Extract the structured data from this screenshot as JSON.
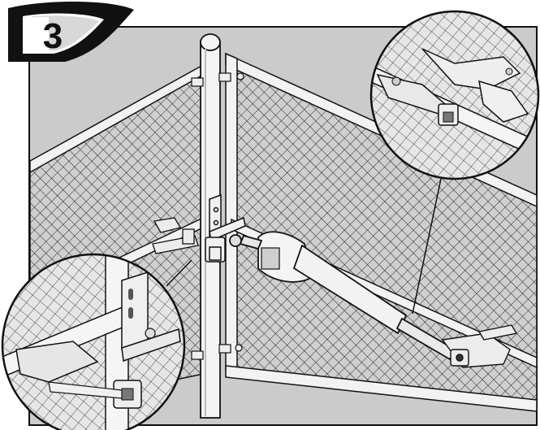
{
  "step": {
    "number": "3"
  },
  "colors": {
    "background": "#c8c8c8",
    "frame": "#f3f3f3",
    "mesh": "#1a1a1a",
    "outline": "#111111",
    "badge_black": "#111111",
    "badge_white": "#ffffff"
  },
  "illustration": {
    "parts": [
      "fence-post",
      "left-fence-panel",
      "right-gate-panel",
      "gate-operator-arm",
      "post-bracket",
      "gate-bracket",
      "detail-callout-top-right",
      "detail-callout-bottom-left"
    ]
  }
}
